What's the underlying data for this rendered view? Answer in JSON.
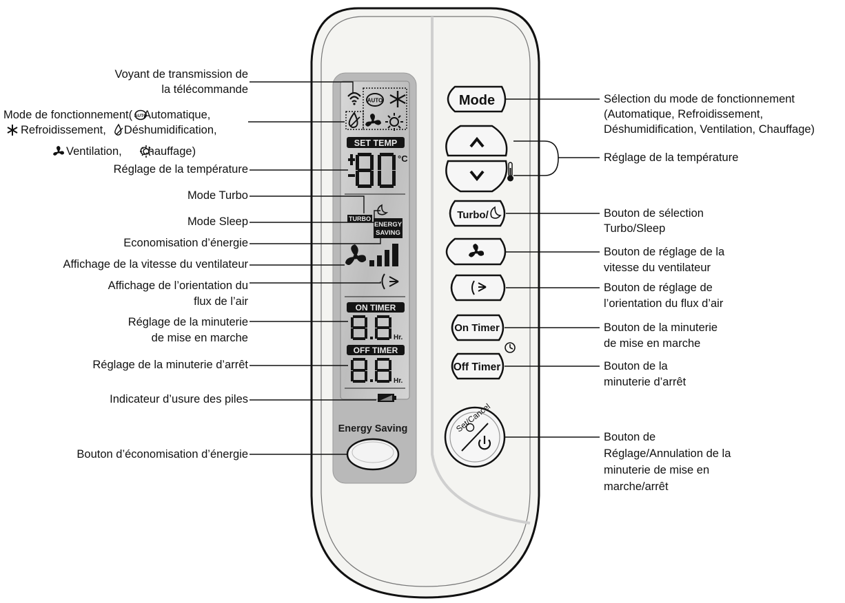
{
  "colors": {
    "body": "#f4f4f1",
    "outline": "#111111",
    "lcd": "#bdbdbd",
    "lcd_panel": "#c7c7c7",
    "segments": "#141414"
  },
  "remote": {
    "lcd": {
      "set_temp": "SET TEMP",
      "degree": "°C",
      "turbo": "TURBO",
      "energy1": "ENERGY",
      "energy2": "SAVING",
      "on_timer": "ON TIMER",
      "off_timer": "OFF TIMER",
      "hr": "Hr."
    },
    "energy_saving_label": "Energy Saving",
    "buttons": {
      "mode": "Mode",
      "turbo": "Turbo/",
      "on_timer": "On Timer",
      "off_timer": "Off Timer",
      "set_cancel": "Set/Cancel"
    },
    "icons": [
      "transmission-icon",
      "auto-icon",
      "cool-icon",
      "dry-icon",
      "fan-icon",
      "heat-icon",
      "sleep-icon",
      "thermometer-icon",
      "swing-icon",
      "clock-icon",
      "power-icon",
      "battery-icon"
    ]
  },
  "left_labels": {
    "transmission_1": "Voyant de transmission de",
    "transmission_2": "la télécommande",
    "mode_1": "Mode de fonctionnement(",
    "mode_1b": "Automatique,",
    "mode_2": "Refroidissement,",
    "mode_2b": "Déshumidification,",
    "mode_3": "Ventilation,",
    "mode_3b": "Chauffage)",
    "temp": "Réglage de la température",
    "turbo": "Mode Turbo",
    "sleep": "Mode Sleep",
    "eco": "Economisation d’énergie",
    "fan_speed": "Affichage de la vitesse du ventilateur",
    "airflow_1": "Affichage de l’orientation du",
    "airflow_2": "flux de l’air",
    "on_timer_1": "Réglage de la minuterie",
    "on_timer_2": "de mise en marche",
    "off_timer": "Réglage de la minuterie d’arrêt",
    "battery": "Indicateur d’usure des piles",
    "eco_button": "Bouton d’économisation d’énergie"
  },
  "right_labels": {
    "mode_1": "Sélection du mode de fonctionnement",
    "mode_2": "(Automatique, Refroidissement,",
    "mode_3": "Déshumidification, Ventilation, Chauffage)",
    "temp": "Réglage de la température",
    "turbo_1": "Bouton de sélection",
    "turbo_2": "Turbo/Sleep",
    "fan_1": "Bouton de réglage de la",
    "fan_2": "vitesse du ventilateur",
    "airflow_1": "Bouton de réglage de",
    "airflow_2": "l’orientation du flux d’air",
    "on_timer_1": "Bouton de la minuterie",
    "on_timer_2": "de mise en marche",
    "off_timer_1": "Bouton de la",
    "off_timer_2": "minuterie d’arrêt",
    "set_1": "Bouton de",
    "set_2": "Réglage/Annulation de la",
    "set_3": "minuterie de mise en",
    "set_4": "marche/arrêt"
  }
}
